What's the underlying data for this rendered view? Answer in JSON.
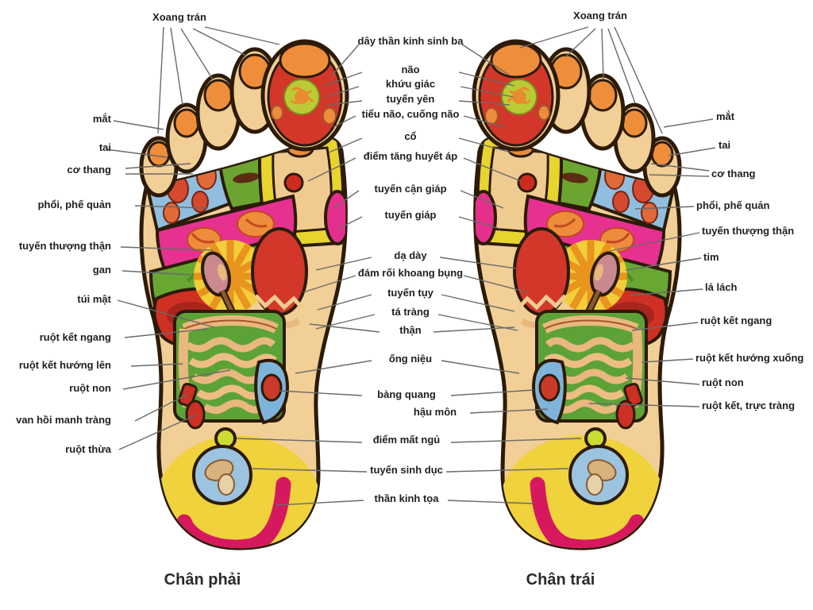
{
  "captions": {
    "right_foot": "Chân phải",
    "left_foot": "Chân trái"
  },
  "labels": {
    "top_left": "Xoang trán",
    "top_right": "Xoang trán",
    "left_column": [
      "mắt",
      "tai",
      "cơ thang",
      "phổi, phế quản",
      "tuyến thượng thận",
      "gan",
      "túi mật",
      "ruột kết ngang",
      "ruột kết hướng lên",
      "ruột non",
      "van hồi manh tràng",
      "ruột thừa"
    ],
    "center_column": [
      "dây thần kinh sinh ba",
      "não",
      "khứu giác",
      "tuyến yên",
      "tiểu não, cuống não",
      "cổ",
      "điểm tăng huyết áp",
      "tuyến cận giáp",
      "tuyến giáp",
      "dạ dày",
      "đám rối khoang bụng",
      "tuyến tụy",
      "tá tràng",
      "thận",
      "ống niệu",
      "bàng quang",
      "hậu môn",
      "điểm mất ngủ",
      "tuyến sinh dục",
      "thần kinh tọa"
    ],
    "right_column": [
      "mắt",
      "tai",
      "cơ thang",
      "phổi, phế quản",
      "tuyến thượng thận",
      "tim",
      "lá lách",
      "ruột kết ngang",
      "ruột kết hướng xuống",
      "ruột non",
      "ruột kết, trực tràng"
    ]
  },
  "palette": {
    "background": "#ffffff",
    "label_text": "#1f1f1f",
    "caption_text": "#2a2a2a",
    "leader_line": "#6a6a6a",
    "foot_skin": "#F2CF96",
    "outline": "#2c1b08",
    "toe_orange": "#EE8E3B",
    "zone_green": "#67A732",
    "zone_blue": "#8FBEDF",
    "zone_magenta": "#E63190",
    "zone_red": "#D2372A",
    "zone_yellow": "#E8D42F",
    "heel_yellow": "#EFD23C",
    "sciatic_crimson": "#D6195E",
    "intestine_green": "#5DA237",
    "intestine_tan": "#E8B87E",
    "genital_blue": "#9CC3E0",
    "insomnia_green": "#CDDC33",
    "ureter_brown": "#8B5A2B"
  }
}
